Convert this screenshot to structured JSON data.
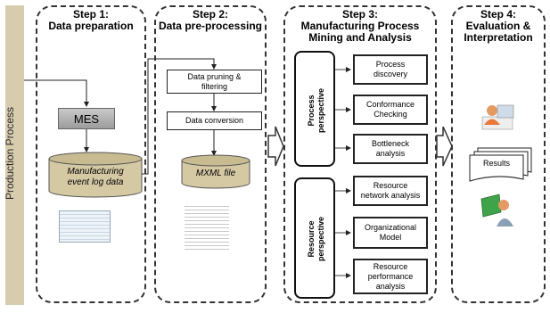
{
  "sidebar": {
    "label": "Production Process"
  },
  "steps": [
    {
      "title": "Step 1:\nData preparation"
    },
    {
      "title": "Step 2:\nData pre-processing"
    },
    {
      "title": "Step 3:\nManufacturing Process\nMining and Analysis"
    },
    {
      "title": "Step 4:\nEvaluation &\nInterpretation"
    }
  ],
  "step1": {
    "mes": "MES",
    "event_log": "Manufacturing\nevent log data"
  },
  "step2": {
    "pruning": "Data pruning &\nfiltering",
    "conversion": "Data conversion",
    "mxml": "MXML file"
  },
  "step3": {
    "process_perspective": "Process\nperspective",
    "resource_perspective": "Resource\nperspective",
    "boxes": [
      "Process\ndiscovery",
      "Conformance\nChecking",
      "Bottleneck\nanalysis",
      "Resource\nnetwork analysis",
      "Organizational\nModel",
      "Resource\nperformance\nanalysis"
    ]
  },
  "step4": {
    "results": "Results"
  }
}
